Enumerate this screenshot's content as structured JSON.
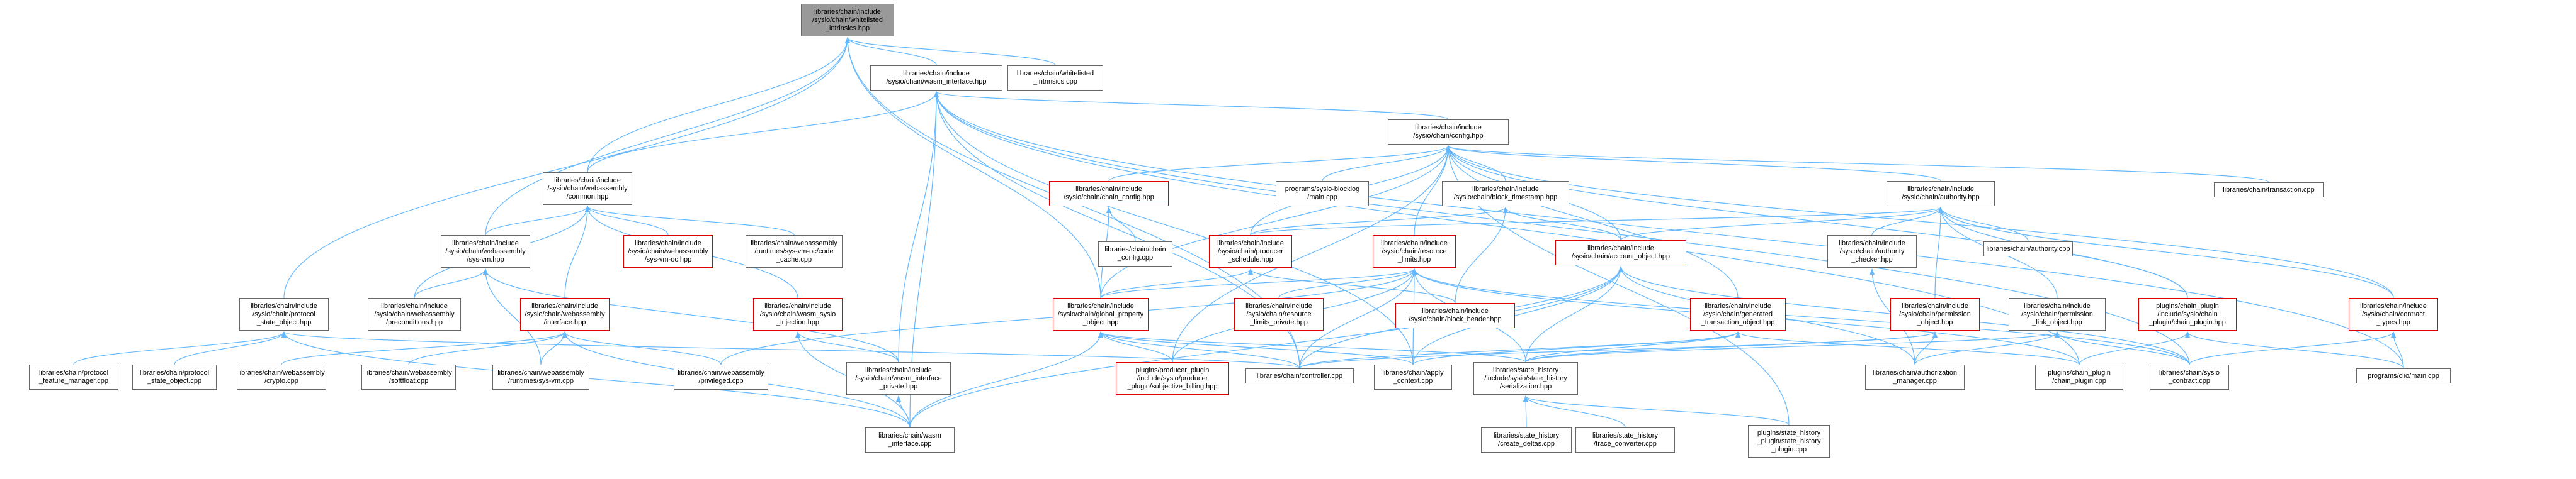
{
  "colors": {
    "edge": "#63b8ff",
    "border": "#666666",
    "border_incomplete": "#e00000",
    "root_fill": "#999999"
  },
  "nodes": [
    {
      "id": "root",
      "lines": [
        "libraries/chain/include",
        "/sysio/chain/whitelisted",
        "_intrinsics.hpp"
      ],
      "style": "root"
    },
    {
      "id": "wasm_interface",
      "lines": [
        "libraries/chain/include",
        "/sysio/chain/wasm_interface.hpp"
      ],
      "style": "normal"
    },
    {
      "id": "whitelisted_cpp",
      "lines": [
        "libraries/chain/whitelisted",
        "_intrinsics.cpp"
      ],
      "style": "normal"
    },
    {
      "id": "config",
      "lines": [
        "libraries/chain/include",
        "/sysio/chain/config.hpp"
      ],
      "style": "normal"
    },
    {
      "id": "wasm_common",
      "lines": [
        "libraries/chain/include",
        "/sysio/chain/webassembly",
        "/common.hpp"
      ],
      "style": "normal"
    },
    {
      "id": "chain_config",
      "lines": [
        "libraries/chain/include",
        "/sysio/chain/chain_config.hpp"
      ],
      "style": "red"
    },
    {
      "id": "blocklog_main",
      "lines": [
        "programs/sysio-blocklog",
        "/main.cpp"
      ],
      "style": "normal"
    },
    {
      "id": "block_timestamp",
      "lines": [
        "libraries/chain/include",
        "/sysio/chain/block_timestamp.hpp"
      ],
      "style": "normal"
    },
    {
      "id": "authority",
      "lines": [
        "libraries/chain/include",
        "/sysio/chain/authority.hpp"
      ],
      "style": "normal"
    },
    {
      "id": "transaction_cpp",
      "lines": [
        "libraries/chain/transaction.cpp"
      ],
      "style": "normal"
    },
    {
      "id": "sys_vm_oc",
      "lines": [
        "libraries/chain/include",
        "/sysio/chain/webassembly",
        "/sys-vm-oc.hpp"
      ],
      "style": "red"
    },
    {
      "id": "code_cache",
      "lines": [
        "libraries/chain/webassembly",
        "/runtimes/sys-vm-oc/code",
        "_cache.cpp"
      ],
      "style": "normal"
    },
    {
      "id": "sys_vm_hpp",
      "lines": [
        "libraries/chain/include",
        "/sysio/chain/webassembly",
        "/sys-vm.hpp"
      ],
      "style": "normal"
    },
    {
      "id": "chain_config_cpp",
      "lines": [
        "libraries/chain/chain",
        "_config.cpp"
      ],
      "style": "normal"
    },
    {
      "id": "producer_schedule",
      "lines": [
        "libraries/chain/include",
        "/sysio/chain/producer",
        "_schedule.hpp"
      ],
      "style": "red"
    },
    {
      "id": "resource_limits",
      "lines": [
        "libraries/chain/include",
        "/sysio/chain/resource",
        "_limits.hpp"
      ],
      "style": "red"
    },
    {
      "id": "account_object",
      "lines": [
        "libraries/chain/include",
        "/sysio/chain/account_object.hpp"
      ],
      "style": "red"
    },
    {
      "id": "authority_checker",
      "lines": [
        "libraries/chain/include",
        "/sysio/chain/authority",
        "_checker.hpp"
      ],
      "style": "normal"
    },
    {
      "id": "authority_cpp",
      "lines": [
        "libraries/chain/authority.cpp"
      ],
      "style": "normal"
    },
    {
      "id": "protocol_state_object",
      "lines": [
        "libraries/chain/include",
        "/sysio/chain/protocol",
        "_state_object.hpp"
      ],
      "style": "normal"
    },
    {
      "id": "preconditions",
      "lines": [
        "libraries/chain/include",
        "/sysio/chain/webassembly",
        "/preconditions.hpp"
      ],
      "style": "normal"
    },
    {
      "id": "wasm_interface_hpp",
      "lines": [
        "libraries/chain/include",
        "/sysio/chain/webassembly",
        "/interface.hpp"
      ],
      "style": "red"
    },
    {
      "id": "wasm_sysio_injection",
      "lines": [
        "libraries/chain/include",
        "/sysio/chain/wasm_sysio",
        "_injection.hpp"
      ],
      "style": "red"
    },
    {
      "id": "global_property",
      "lines": [
        "libraries/chain/include",
        "/sysio/chain/global_property",
        "_object.hpp"
      ],
      "style": "red"
    },
    {
      "id": "resource_limits_private",
      "lines": [
        "libraries/chain/include",
        "/sysio/chain/resource",
        "_limits_private.hpp"
      ],
      "style": "red"
    },
    {
      "id": "block_header",
      "lines": [
        "libraries/chain/include",
        "/sysio/chain/block_header.hpp"
      ],
      "style": "red"
    },
    {
      "id": "generated_transaction",
      "lines": [
        "libraries/chain/include",
        "/sysio/chain/generated",
        "_transaction_object.hpp"
      ],
      "style": "red"
    },
    {
      "id": "permission_object",
      "lines": [
        "libraries/chain/include",
        "/sysio/chain/permission",
        "_object.hpp"
      ],
      "style": "red"
    },
    {
      "id": "permission_link",
      "lines": [
        "libraries/chain/include",
        "/sysio/chain/permission",
        "_link_object.hpp"
      ],
      "style": "normal"
    },
    {
      "id": "chain_plugin_hpp",
      "lines": [
        "plugins/chain_plugin",
        "/include/sysio/chain",
        "_plugin/chain_plugin.hpp"
      ],
      "style": "red"
    },
    {
      "id": "contract_types",
      "lines": [
        "libraries/chain/include",
        "/sysio/chain/contract",
        "_types.hpp"
      ],
      "style": "red"
    },
    {
      "id": "feature_manager",
      "lines": [
        "libraries/chain/protocol",
        "_feature_manager.cpp"
      ],
      "style": "normal"
    },
    {
      "id": "protocol_state_cpp",
      "lines": [
        "libraries/chain/protocol",
        "_state_object.cpp"
      ],
      "style": "normal"
    },
    {
      "id": "crypto_cpp",
      "lines": [
        "libraries/chain/webassembly",
        "/crypto.cpp"
      ],
      "style": "normal"
    },
    {
      "id": "softfloat_cpp",
      "lines": [
        "libraries/chain/webassembly",
        "/softfloat.cpp"
      ],
      "style": "normal"
    },
    {
      "id": "runtimes_sys_vm",
      "lines": [
        "libraries/chain/webassembly",
        "/runtimes/sys-vm.cpp"
      ],
      "style": "normal"
    },
    {
      "id": "privileged_cpp",
      "lines": [
        "libraries/chain/webassembly",
        "/privileged.cpp"
      ],
      "style": "normal"
    },
    {
      "id": "wasm_interface_private",
      "lines": [
        "libraries/chain/include",
        "/sysio/chain/wasm_interface",
        "_private.hpp"
      ],
      "style": "normal"
    },
    {
      "id": "subjective_billing",
      "lines": [
        "plugins/producer_plugin",
        "/include/sysio/producer",
        "_plugin/subjective_billing.hpp"
      ],
      "style": "red"
    },
    {
      "id": "controller_cpp",
      "lines": [
        "libraries/chain/controller.cpp"
      ],
      "style": "normal"
    },
    {
      "id": "apply_context",
      "lines": [
        "libraries/chain/apply",
        "_context.cpp"
      ],
      "style": "normal"
    },
    {
      "id": "serialization",
      "lines": [
        "libraries/state_history",
        "/include/sysio/state_history",
        "/serialization.hpp"
      ],
      "style": "normal"
    },
    {
      "id": "authorization_manager",
      "lines": [
        "libraries/chain/authorization",
        "_manager.cpp"
      ],
      "style": "normal"
    },
    {
      "id": "chain_plugin_cpp",
      "lines": [
        "plugins/chain_plugin",
        "/chain_plugin.cpp"
      ],
      "style": "normal"
    },
    {
      "id": "sysio_contract",
      "lines": [
        "libraries/chain/sysio",
        "_contract.cpp"
      ],
      "style": "normal"
    },
    {
      "id": "clio_main",
      "lines": [
        "programs/clio/main.cpp"
      ],
      "style": "normal"
    },
    {
      "id": "wasm_interface_cpp",
      "lines": [
        "libraries/chain/wasm",
        "_interface.cpp"
      ],
      "style": "normal"
    },
    {
      "id": "create_deltas",
      "lines": [
        "libraries/state_history",
        "/create_deltas.cpp"
      ],
      "style": "normal"
    },
    {
      "id": "trace_converter",
      "lines": [
        "libraries/state_history",
        "/trace_converter.cpp"
      ],
      "style": "normal"
    },
    {
      "id": "state_history_plugin",
      "lines": [
        "plugins/state_history",
        "_plugin/state_history",
        "_plugin.cpp"
      ],
      "style": "normal"
    }
  ],
  "edges": [
    [
      "wasm_interface",
      "root"
    ],
    [
      "whitelisted_cpp",
      "root"
    ],
    [
      "wasm_common",
      "root"
    ],
    [
      "sys_vm_hpp",
      "root"
    ],
    [
      "protocol_state_object",
      "root"
    ],
    [
      "global_property",
      "root"
    ],
    [
      "controller_cpp",
      "root"
    ],
    [
      "config",
      "wasm_interface"
    ],
    [
      "wasm_common",
      "wasm_interface"
    ],
    [
      "wasm_interface_private",
      "wasm_interface"
    ],
    [
      "wasm_interface_cpp",
      "wasm_interface"
    ],
    [
      "apply_context",
      "wasm_interface"
    ],
    [
      "controller_cpp",
      "wasm_interface"
    ],
    [
      "chain_plugin_cpp",
      "wasm_interface"
    ],
    [
      "sysio_contract",
      "wasm_interface"
    ],
    [
      "clio_main",
      "wasm_interface"
    ],
    [
      "chain_config",
      "config"
    ],
    [
      "blocklog_main",
      "config"
    ],
    [
      "block_timestamp",
      "config"
    ],
    [
      "authority",
      "config"
    ],
    [
      "transaction_cpp",
      "config"
    ],
    [
      "producer_schedule",
      "config"
    ],
    [
      "resource_limits",
      "config"
    ],
    [
      "account_object",
      "config"
    ],
    [
      "generated_transaction",
      "config"
    ],
    [
      "chain_plugin_hpp",
      "config"
    ],
    [
      "contract_types",
      "config"
    ],
    [
      "subjective_billing",
      "config"
    ],
    [
      "state_history_plugin",
      "config"
    ],
    [
      "global_property",
      "config"
    ],
    [
      "sys_vm_oc",
      "wasm_common"
    ],
    [
      "code_cache",
      "wasm_common"
    ],
    [
      "sys_vm_hpp",
      "wasm_common"
    ],
    [
      "preconditions",
      "wasm_common"
    ],
    [
      "wasm_interface_hpp",
      "wasm_common"
    ],
    [
      "wasm_sysio_injection",
      "wasm_common"
    ],
    [
      "chain_config_cpp",
      "chain_config"
    ],
    [
      "global_property",
      "chain_config"
    ],
    [
      "producer_schedule",
      "block_timestamp"
    ],
    [
      "block_header",
      "block_timestamp"
    ],
    [
      "account_object",
      "block_timestamp"
    ],
    [
      "producer_schedule",
      "authority"
    ],
    [
      "authority_checker",
      "authority"
    ],
    [
      "authority_cpp",
      "authority"
    ],
    [
      "permission_object",
      "authority"
    ],
    [
      "permission_link",
      "authority"
    ],
    [
      "chain_plugin_hpp",
      "authority"
    ],
    [
      "contract_types",
      "authority"
    ],
    [
      "account_object",
      "authority"
    ],
    [
      "block_header",
      "producer_schedule"
    ],
    [
      "global_property",
      "producer_schedule"
    ],
    [
      "resource_limits_private",
      "resource_limits"
    ],
    [
      "global_property",
      "resource_limits"
    ],
    [
      "controller_cpp",
      "resource_limits"
    ],
    [
      "apply_context",
      "resource_limits"
    ],
    [
      "subjective_billing",
      "resource_limits"
    ],
    [
      "serialization",
      "resource_limits"
    ],
    [
      "privileged_cpp",
      "resource_limits"
    ],
    [
      "chain_plugin_cpp",
      "resource_limits"
    ],
    [
      "sysio_contract",
      "resource_limits"
    ],
    [
      "controller_cpp",
      "account_object"
    ],
    [
      "apply_context",
      "account_object"
    ],
    [
      "serialization",
      "account_object"
    ],
    [
      "wasm_interface_cpp",
      "account_object"
    ],
    [
      "sysio_contract",
      "account_object"
    ],
    [
      "authorization_manager",
      "account_object"
    ],
    [
      "authorization_manager",
      "authority_checker"
    ],
    [
      "feature_manager",
      "protocol_state_object"
    ],
    [
      "protocol_state_cpp",
      "protocol_state_object"
    ],
    [
      "controller_cpp",
      "protocol_state_object"
    ],
    [
      "wasm_interface_cpp",
      "protocol_state_object"
    ],
    [
      "crypto_cpp",
      "wasm_interface_hpp"
    ],
    [
      "softfloat_cpp",
      "wasm_interface_hpp"
    ],
    [
      "runtimes_sys_vm",
      "wasm_interface_hpp"
    ],
    [
      "privileged_cpp",
      "wasm_interface_hpp"
    ],
    [
      "wasm_interface_cpp",
      "wasm_interface_hpp"
    ],
    [
      "wasm_interface_private",
      "wasm_sysio_injection"
    ],
    [
      "wasm_interface_cpp",
      "wasm_sysio_injection"
    ],
    [
      "runtimes_sys_vm",
      "sys_vm_hpp"
    ],
    [
      "wasm_interface_private",
      "sys_vm_hpp"
    ],
    [
      "preconditions",
      "sys_vm_hpp"
    ],
    [
      "controller_cpp",
      "global_property"
    ],
    [
      "apply_context",
      "global_property"
    ],
    [
      "serialization",
      "global_property"
    ],
    [
      "wasm_interface_cpp",
      "global_property"
    ],
    [
      "subjective_billing",
      "global_property"
    ],
    [
      "wasm_interface_cpp",
      "wasm_interface_private"
    ],
    [
      "controller_cpp",
      "generated_transaction"
    ],
    [
      "apply_context",
      "generated_transaction"
    ],
    [
      "serialization",
      "generated_transaction"
    ],
    [
      "chain_plugin_cpp",
      "generated_transaction"
    ],
    [
      "authorization_manager",
      "permission_object"
    ],
    [
      "serialization",
      "permission_object"
    ],
    [
      "controller_cpp",
      "permission_object"
    ],
    [
      "authorization_manager",
      "permission_link"
    ],
    [
      "serialization",
      "permission_link"
    ],
    [
      "sysio_contract",
      "permission_link"
    ],
    [
      "chain_plugin_cpp",
      "chain_plugin_hpp"
    ],
    [
      "clio_main",
      "chain_plugin_hpp"
    ],
    [
      "sysio_contract",
      "contract_types"
    ],
    [
      "clio_main",
      "contract_types"
    ],
    [
      "create_deltas",
      "serialization"
    ],
    [
      "trace_converter",
      "serialization"
    ],
    [
      "state_history_plugin",
      "serialization"
    ],
    [
      "wasm_interface_cpp",
      "wasm_interface_private"
    ]
  ]
}
